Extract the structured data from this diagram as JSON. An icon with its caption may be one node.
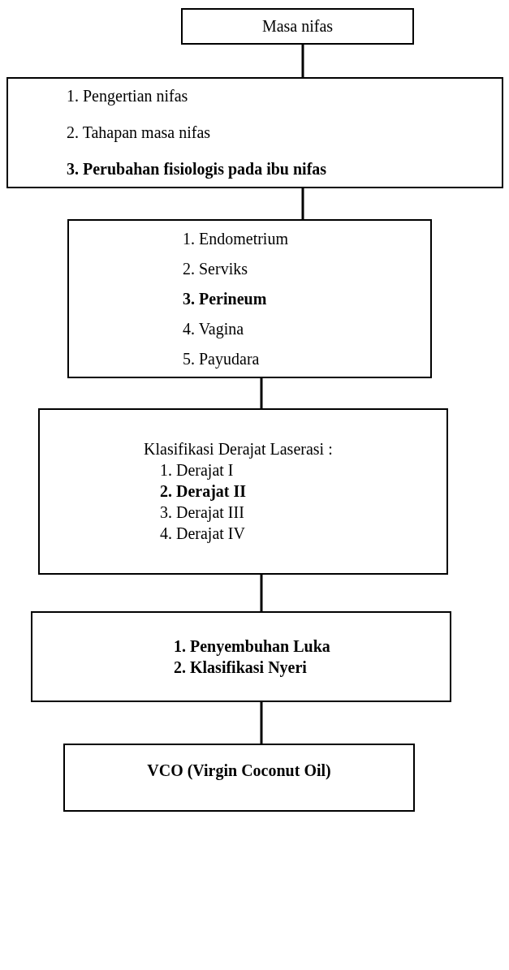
{
  "diagram": {
    "nodes": [
      {
        "text": [
          "Masa nifas"
        ]
      },
      {
        "text": [
          "1. Pengertian nifas",
          "2. Tahapan masa nifas",
          "**3. Perubahan fisiologis pada ibu nifas**"
        ]
      },
      {
        "text": [
          "1. Endometrium",
          "2. Serviks",
          "**3. Perineum**",
          "4. Vagina",
          "5. Payudara"
        ]
      },
      {
        "text": [
          "Klasifikasi Derajat Laserasi :",
          "1. Derajat I",
          "**2. Derajat II**",
          "3. Derajat III",
          "4. Derajat IV"
        ]
      },
      {
        "text": [
          "1. Penyembuhan Luka",
          "2. Klasifikasi Nyeri"
        ]
      },
      {
        "text": [
          "VCO (Virgin Coconut Oil)"
        ]
      }
    ],
    "edges": [
      {
        "from": 0,
        "to": 1,
        "arrow": "none"
      },
      {
        "from": 1,
        "to": 2,
        "arrow": "none"
      },
      {
        "from": 2,
        "to": 3,
        "arrow": "none"
      },
      {
        "from": 3,
        "to": 4,
        "arrow": "none"
      },
      {
        "from": 4,
        "to": 5,
        "arrow": "none"
      }
    ]
  }
}
